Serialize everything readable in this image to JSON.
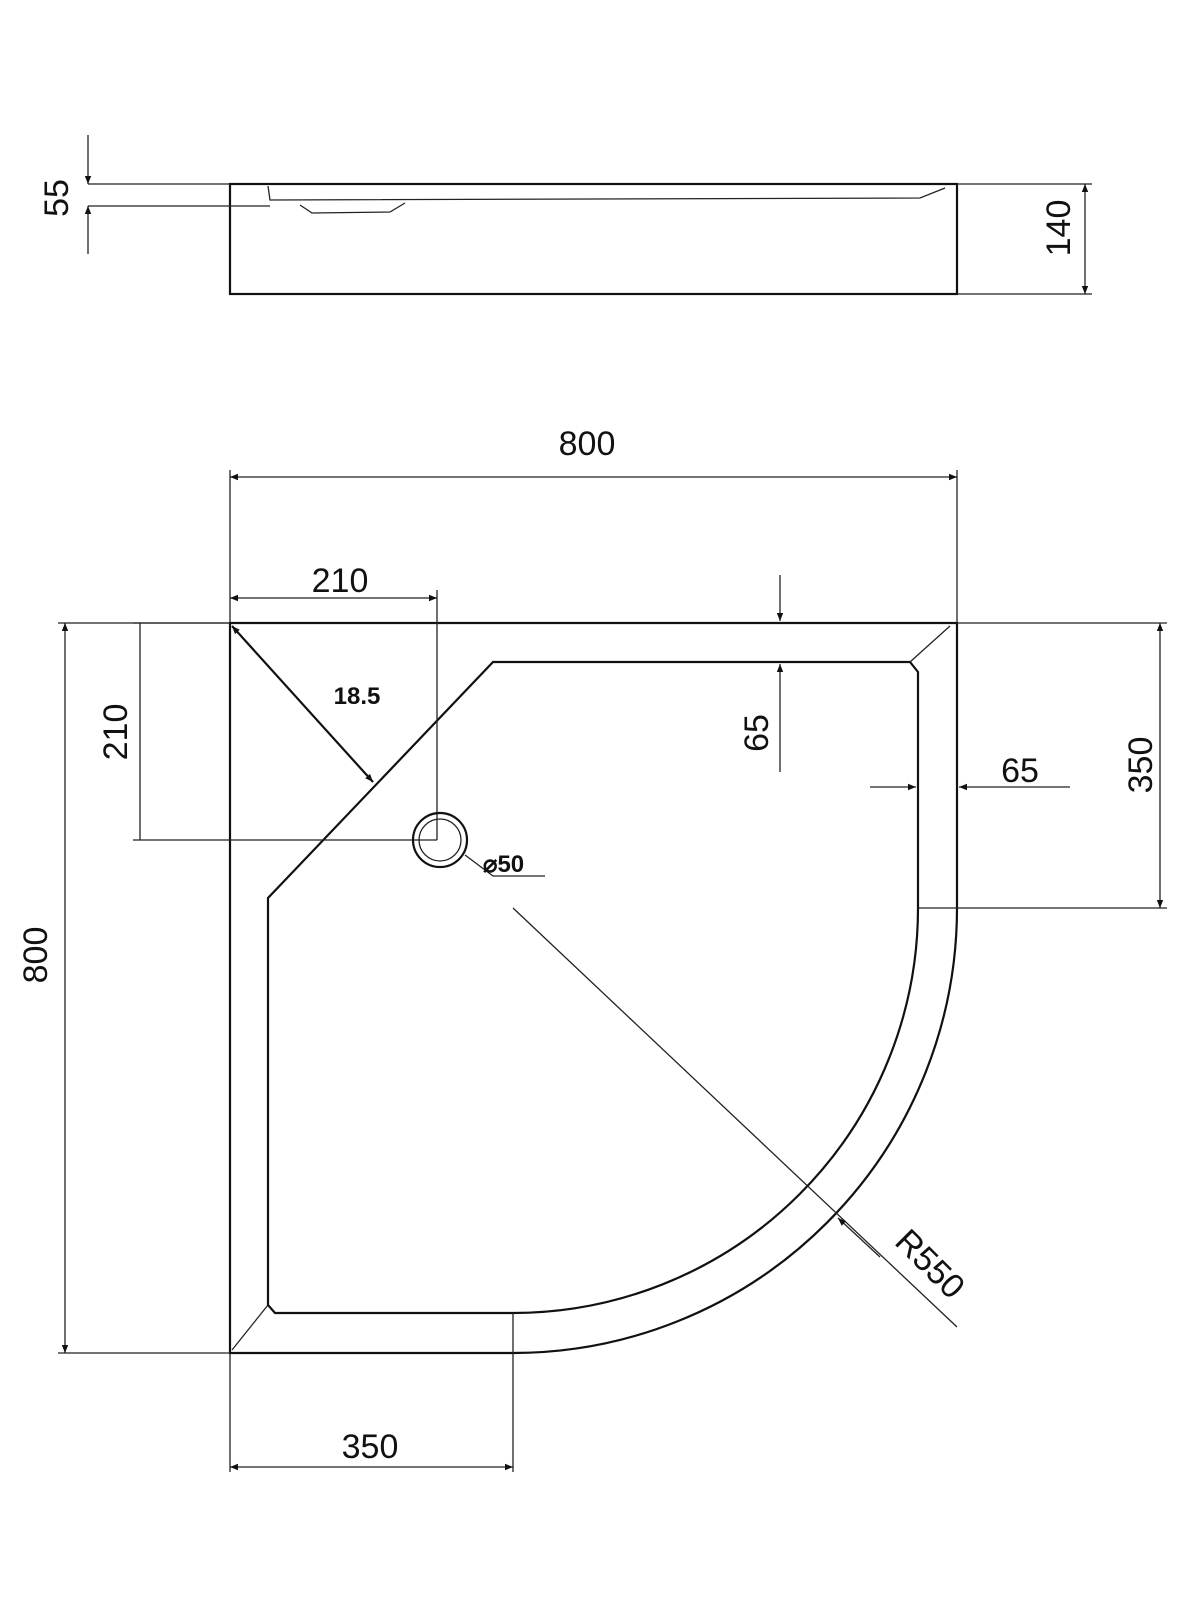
{
  "side_view": {
    "depth_label": "55",
    "height_label": "140"
  },
  "plan_view": {
    "width_label": "800",
    "height_label": "800",
    "drain_x_label": "210",
    "drain_y_label": "210",
    "corner_label": "18.5",
    "drain_diameter_label": "⌀50",
    "rim_top_label": "65",
    "rim_side_label": "65",
    "straight_side_right_label": "350",
    "straight_side_bottom_label": "350",
    "radius_label": "R550"
  }
}
